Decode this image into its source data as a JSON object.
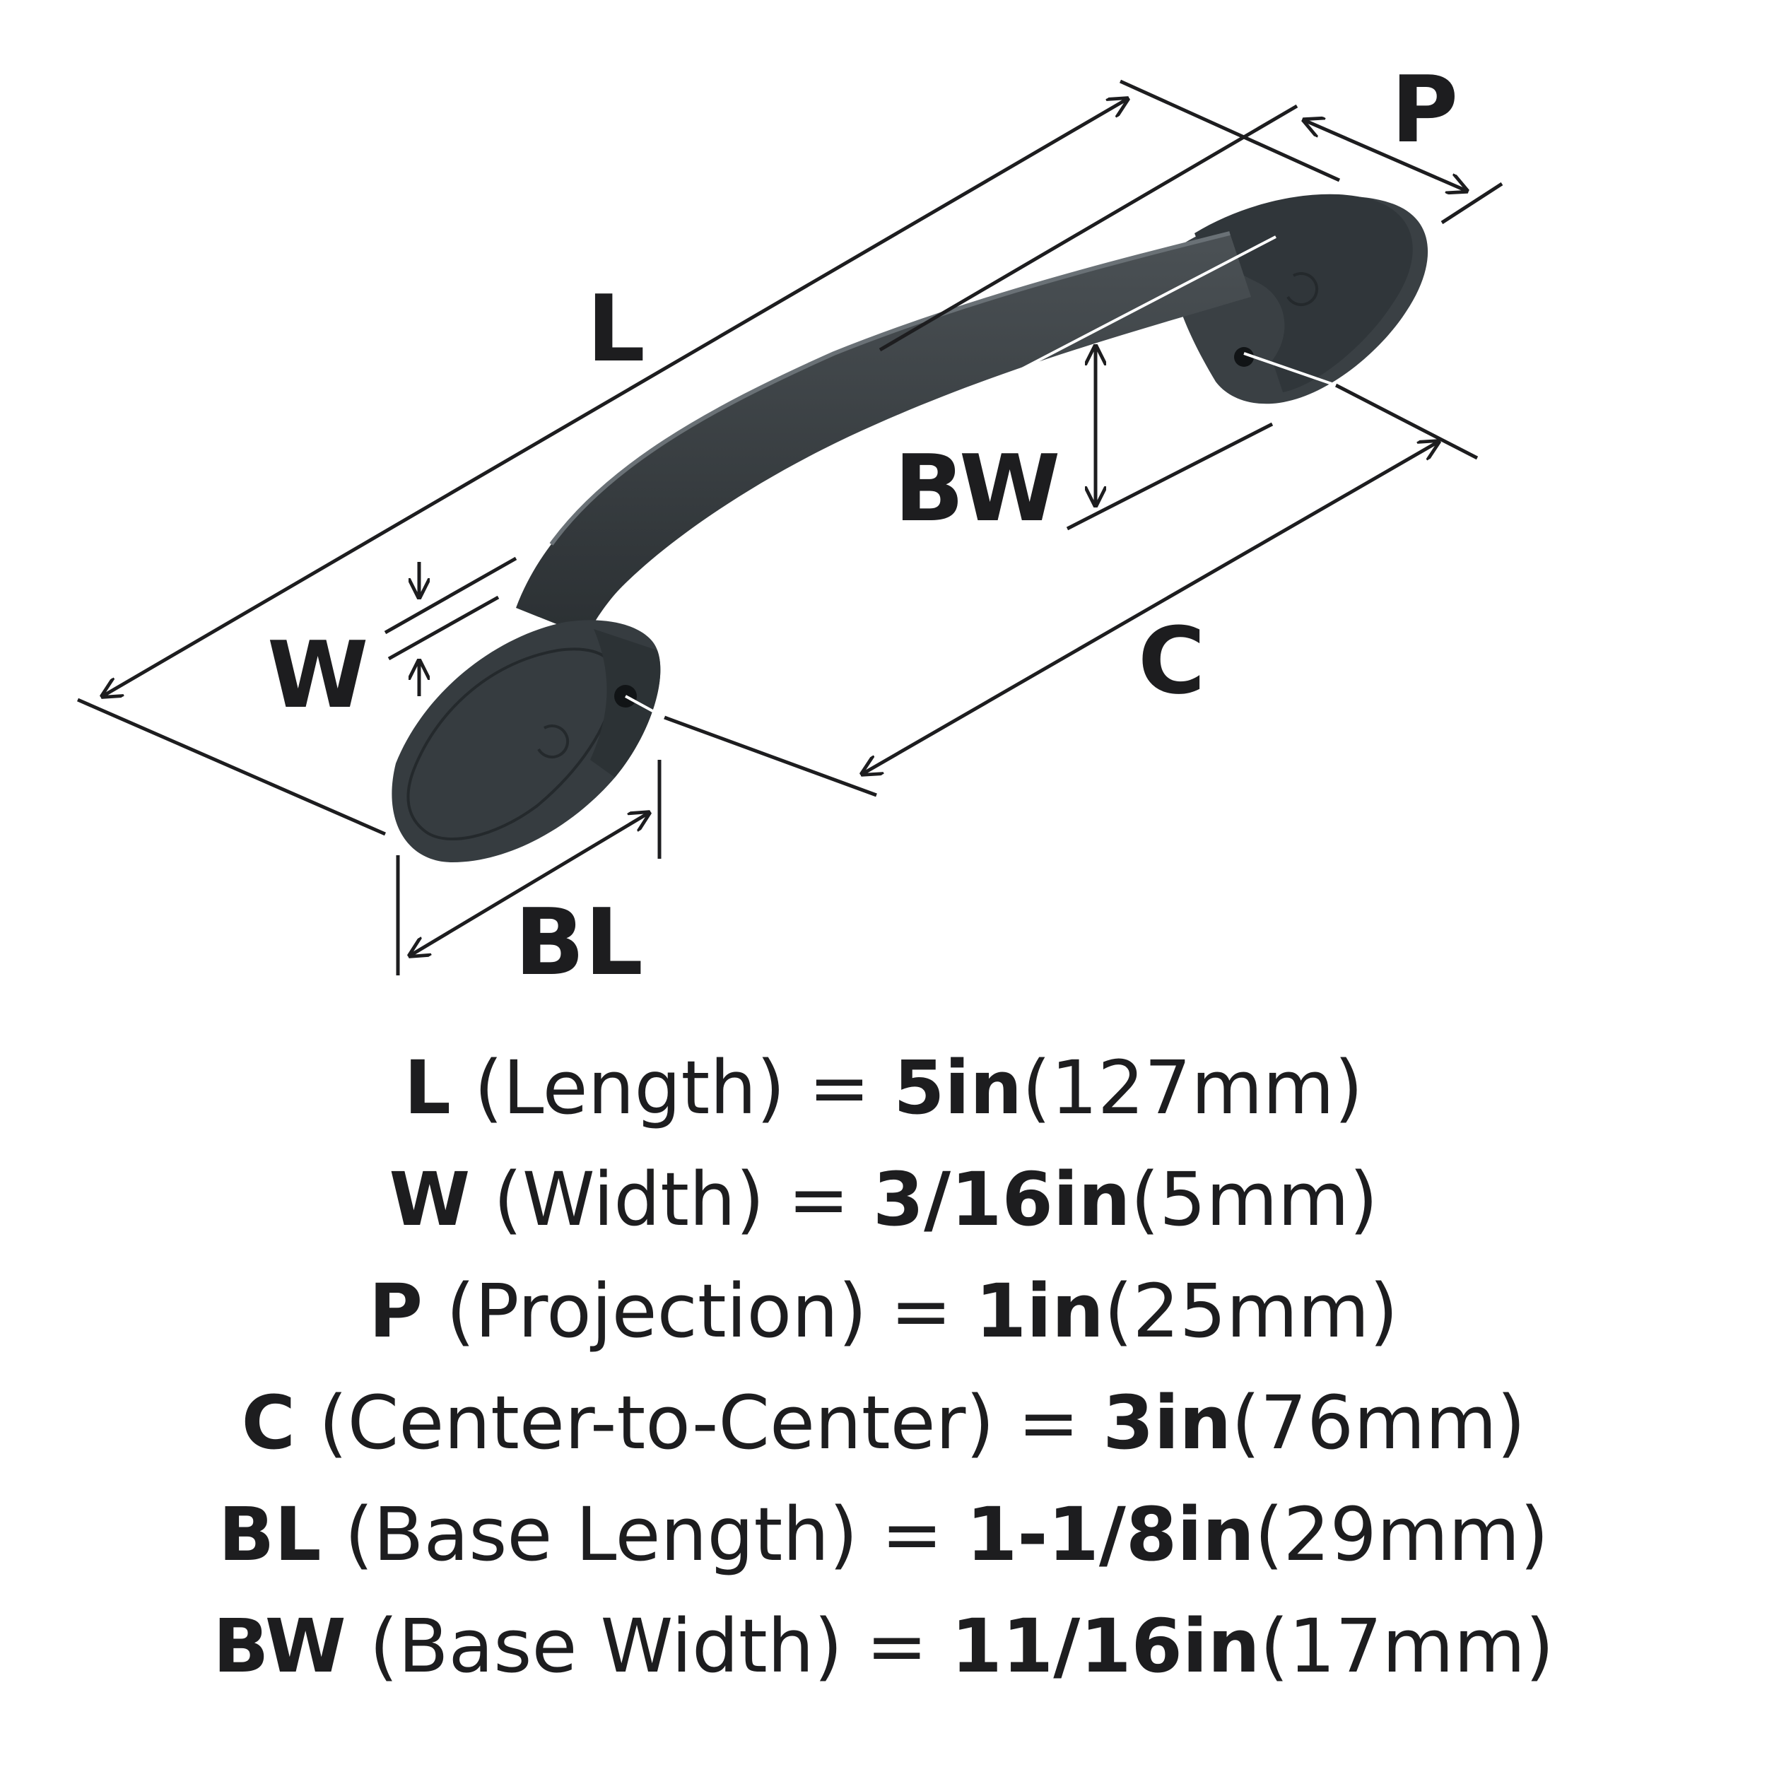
{
  "diagram": {
    "labels": {
      "L": "L",
      "P": "P",
      "BW": "BW",
      "W": "W",
      "C": "C",
      "BL": "BL"
    },
    "colors": {
      "ink": "#1d1d1f",
      "finish": "#3c4246",
      "finish_dark": "#262b2e",
      "finish_light": "#5a6166",
      "background": "#ffffff"
    }
  },
  "specs": [
    {
      "abbr": "L",
      "name": " (Length) = ",
      "imperial": "5in",
      "metric": "(127mm)"
    },
    {
      "abbr": "W",
      "name": " (Width) = ",
      "imperial": "3/16in",
      "metric": "(5mm)"
    },
    {
      "abbr": "P",
      "name": " (Projection) = ",
      "imperial": "1in",
      "metric": "(25mm)"
    },
    {
      "abbr": "C",
      "name": " (Center-to-Center) = ",
      "imperial": "3in",
      "metric": "(76mm)"
    },
    {
      "abbr": "BL",
      "name": " (Base Length) = ",
      "imperial": "1-1/8in",
      "metric": "(29mm)"
    },
    {
      "abbr": "BW",
      "name": " (Base Width) = ",
      "imperial": "11/16in",
      "metric": "(17mm)"
    }
  ]
}
